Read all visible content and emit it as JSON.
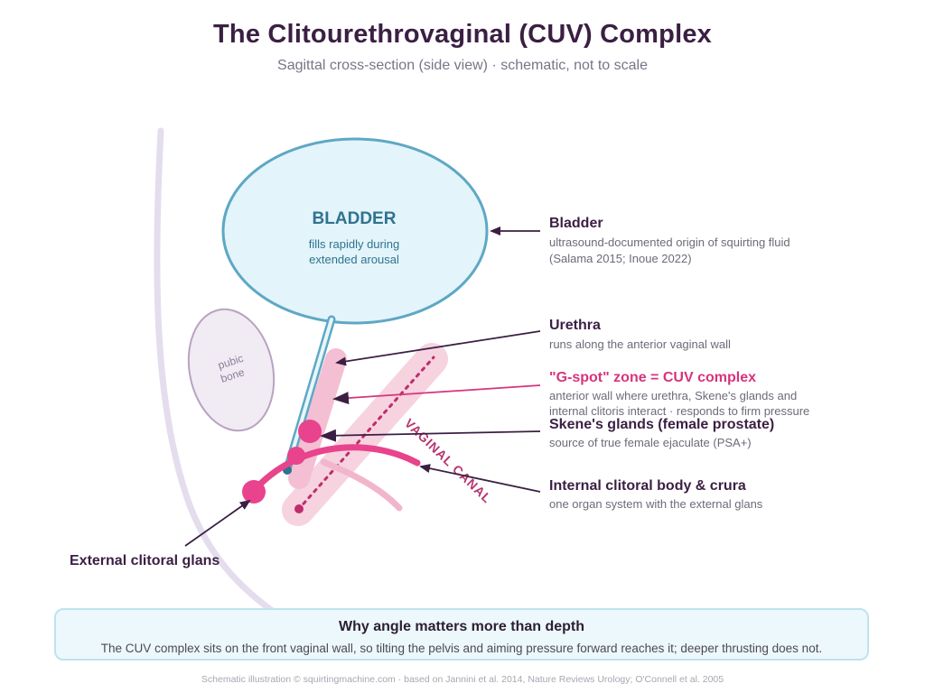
{
  "title": "The Clitourethrovaginal (CUV) Complex",
  "subtitle": "Sagittal cross-section (side view) · schematic, not to scale",
  "diagram": {
    "bladder_label": "BLADDER",
    "bladder_desc_line1": "fills rapidly during",
    "bladder_desc_line2": "extended arousal",
    "pubic_bone_line1": "pubic",
    "pubic_bone_line2": "bone",
    "vaginal_canal_label": "VAGINAL CANAL"
  },
  "annotations": {
    "bladder": {
      "title": "Bladder",
      "desc_line1": "ultrasound-documented origin of squirting fluid",
      "desc_line2": "(Salama 2015; Inoue 2022)"
    },
    "urethra": {
      "title": "Urethra",
      "desc": "runs along the anterior vaginal wall"
    },
    "gspot": {
      "title": "\"G-spot\" zone = CUV complex",
      "desc_line1": "anterior wall where urethra, Skene's glands and",
      "desc_line2": "internal clitoris interact · responds to firm pressure"
    },
    "skenes": {
      "title": "Skene's glands (female prostate)",
      "desc": "source of true female ejaculate (PSA+)"
    },
    "clitoral_body": {
      "title": "Internal clitoral body & crura",
      "desc": "one organ system with the external glans"
    },
    "glans": {
      "title": "External clitoral glans"
    }
  },
  "callout": {
    "title": "Why angle matters more than depth",
    "body": "The CUV complex sits on the front vaginal wall, so tilting the pelvis and aiming pressure forward reaches it; deeper thrusting does not."
  },
  "footer": "Schematic illustration © squirtingmachine.com · based on Jannini et al. 2014, Nature Reviews Urology; O'Connell et al. 2005",
  "colors": {
    "title": "#3b1f43",
    "bladder_fill": "#e3f4fa",
    "bladder_stroke": "#5ea8c4",
    "pink_accent": "#e8438c",
    "pink_light": "#f6cfdc",
    "pubic_fill": "#f1ebf3",
    "pubic_stroke": "#b7a3c2",
    "body_outline": "#e4ddee"
  }
}
